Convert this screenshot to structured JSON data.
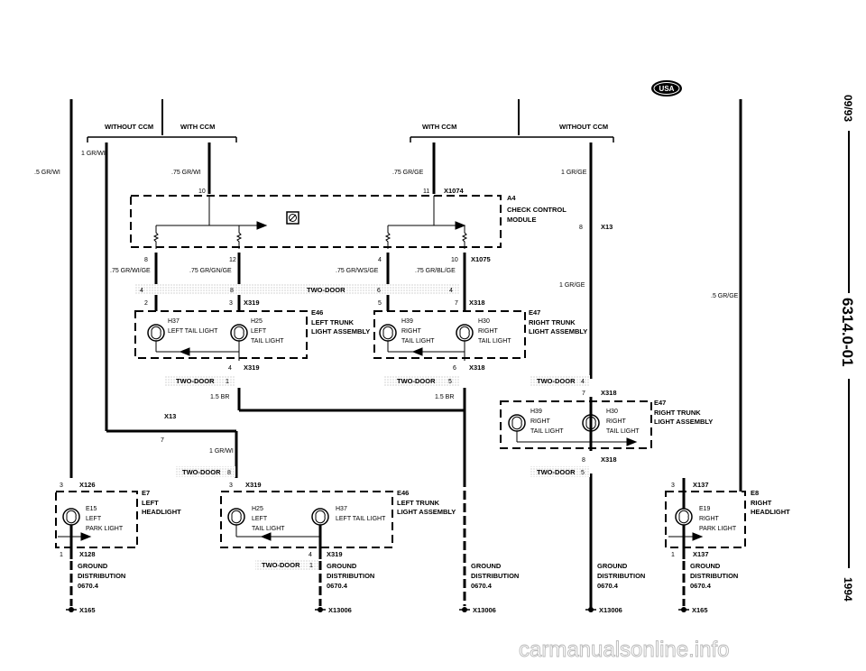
{
  "badge": "USA",
  "side_date": "09/93",
  "side_code": "6314.0-01",
  "side_year": "1994",
  "watermark": "carmanualsonline.info",
  "option_headers": {
    "left_without": "WITHOUT CCM",
    "left_with": "WITH CCM",
    "right_with": "WITH CCM",
    "right_without": "WITHOUT CCM"
  },
  "wires": {
    "left_main": ".5 GR/WI",
    "left_ccm": "1 GR/WI",
    "pin10_wire": ".75 GR/WI",
    "pin11_wire": ".75 GR/GE",
    "right_ccm": "1 GR/GE",
    "out8": ".75 GR/WI/GE",
    "out12": ".75 GR/GN/GE",
    "out4": ".75 GR/WS/GE",
    "out10": ".75 GR/BL/GE",
    "right_mid": "1 GR/GE",
    "right_main": ".5 GR/GE",
    "left_br": "1.5 BR",
    "right_br": "1.5 BR",
    "left_gr": "1 GR/WI"
  },
  "connectors": {
    "x1074": "X1074",
    "x1075": "X1075",
    "x13": "X13",
    "x319": "X319",
    "x318": "X318",
    "x126": "X126",
    "x128": "X128",
    "x137": "X137",
    "x165": "X165",
    "x13006": "X13006"
  },
  "pins": {
    "p10": "10",
    "p11": "11",
    "p8": "8",
    "p12": "12",
    "p4": "4",
    "p10b": "10",
    "p2": "2",
    "p3": "3",
    "p5": "5",
    "p7": "7",
    "p6": "6",
    "p1": "1"
  },
  "module": {
    "id": "A4",
    "line1": "CHECK CONTROL",
    "line2": "MODULE"
  },
  "two_door": {
    "label": "TWO-DOOR",
    "b1_pin_a": "4",
    "b1_pin_b": "8",
    "b1_pin_c": "6",
    "b1_pin_d": "4",
    "b2_pin": "1",
    "b3_pin": "5",
    "b4_pin": "4",
    "b5_pin": "8",
    "b6_pin": "5",
    "b7_pin": "1"
  },
  "components": {
    "e46": {
      "id": "E46",
      "line1": "LEFT TRUNK",
      "line2": "LIGHT ASSEMBLY"
    },
    "e47": {
      "id": "E47",
      "line1": "RIGHT TRUNK",
      "line2": "LIGHT ASSEMBLY"
    },
    "e7": {
      "id": "E7",
      "line1": "LEFT",
      "line2": "HEADLIGHT"
    },
    "e8": {
      "id": "E8",
      "line1": "RIGHT",
      "line2": "HEADLIGHT"
    },
    "h37": {
      "id": "H37",
      "line1": "LEFT TAIL LIGHT"
    },
    "h25": {
      "id": "H25",
      "line1": "LEFT",
      "line2": "TAIL LIGHT"
    },
    "h39": {
      "id": "H39",
      "line1": "RIGHT",
      "line2": "TAIL LIGHT"
    },
    "h30": {
      "id": "H30",
      "line1": "RIGHT",
      "line2": "TAIL LIGHT"
    },
    "e15": {
      "id": "E15",
      "line1": "LEFT",
      "line2": "PARK LIGHT"
    },
    "e19": {
      "id": "E19",
      "line1": "RIGHT",
      "line2": "PARK LIGHT"
    }
  },
  "ground": {
    "line1": "GROUND",
    "line2": "DISTRIBUTION",
    "line3": "0670.4"
  }
}
